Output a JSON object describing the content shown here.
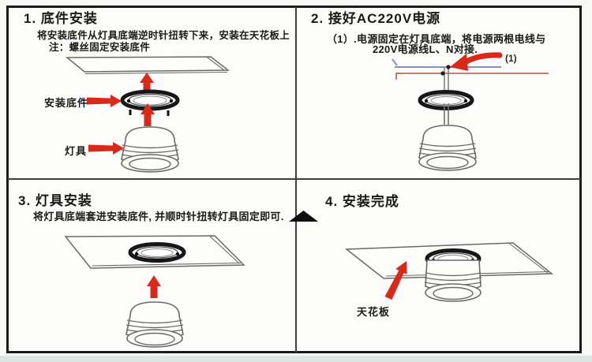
{
  "figure": {
    "kind": "ceiling-downlight-installation-instructions",
    "step_count": "4"
  },
  "panels": [
    {
      "step": "1",
      "title": "1. 底件安装",
      "lines": [
        "将安装底件从灯具底端逆时针扭转下来，安装在天花板上",
        "注：螺丝固定安装底件"
      ],
      "labels": {
        "mounting_base": "安装底件",
        "lamp": "灯具"
      }
    },
    {
      "step": "2",
      "title": "2. 接好AC220V电源",
      "lines": [
        "（1）.电源固定在灯具底端，将电源两根电线与",
        "220V电源线L、N对接."
      ],
      "labels": {
        "callout": "(1)"
      }
    },
    {
      "step": "3",
      "title": "3. 灯具安装",
      "lines": [
        "将灯具底端套进安装底件, 并顺时针扭转灯具固定即可."
      ]
    },
    {
      "step": "4",
      "title": "4. 安装完成",
      "labels": {
        "ceiling": "天花板"
      }
    }
  ],
  "colors": {
    "arrow_red": "#d9291b",
    "wire_live_blue": "#8a90b8",
    "wire_neutral_brown": "#b5725f",
    "outline_gray": "#6a6a6a",
    "border_black": "#1b1b1b"
  }
}
